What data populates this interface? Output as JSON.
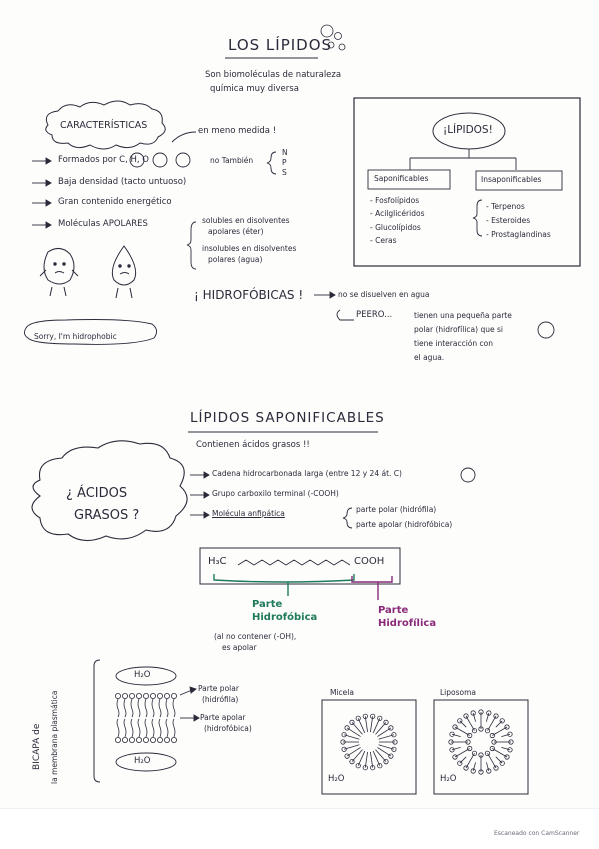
{
  "title": "LOS LÍPIDOS",
  "subtitle_line1": "Son biomoléculas de naturaleza",
  "subtitle_line2": "química muy diversa",
  "caracteristicas": {
    "heading": "CARACTERÍSTICAS",
    "note": "en meno medida !",
    "items": [
      "Formados por C, H, O",
      "Baja densidad (tacto untuoso)",
      "Gran contenido energético",
      "Moléculas APOLARES"
    ],
    "tambien": "no También",
    "extra_elements": [
      "N",
      "P",
      "S"
    ],
    "apolar_detail_1a": "solubles en disolventes",
    "apolar_detail_1b": "apolares (éter)",
    "apolar_detail_2a": "insolubles en disolventes",
    "apolar_detail_2b": "polares (agua)",
    "sorry": "Sorry, I'm hidrophobic"
  },
  "hidrofobicas": {
    "label": "¡ HIDROFÓBICAS !",
    "no_disuelven": "no se disuelven en agua",
    "peero": "PEERO...",
    "peero_text_1": "tienen una pequeña parte",
    "peero_text_2": "polar (hidrofílica) que si",
    "peero_text_3": "tiene interacción con",
    "peero_text_4": "el agua."
  },
  "clasificacion": {
    "root": "¡LÍPIDOS!",
    "saponificables": "Saponificables",
    "insaponificables": "Insaponificables",
    "sap_items": [
      "Fosfolípidos",
      "Acilglicéridos",
      "Glucolípidos",
      "Ceras"
    ],
    "insap_items": [
      "Terpenos",
      "Esteroides",
      "Prostaglandinas"
    ]
  },
  "saponificables_section": {
    "heading": "LÍPIDOS SAPONIFICABLES",
    "contienen": "Contienen ácidos grasos !!",
    "cloud_line1": "¿ ÁCIDOS",
    "cloud_line2": "GRASOS ?",
    "points": [
      "Cadena hidrocarbonada larga (entre 12 y 24 át. C)",
      "Grupo carboxilo terminal (-COOH)",
      "Molécula anfipática"
    ],
    "anfipatica_1": "parte polar (hidrófila)",
    "anfipatica_2": "parte apolar (hidrofóbica)",
    "h3c": "H₃C",
    "cooh": "COOH",
    "parte_hidrofobica": "Parte Hidrofóbica",
    "parte_hidrofilica": "Parte Hidrofílica",
    "nota_1": "(al no contener (-OH),",
    "nota_2": "es apolar"
  },
  "bicapa": {
    "side_label_1": "BICAPA de",
    "side_label_2": "la membrana plasmática",
    "h2o_top": "H₂O",
    "h2o_bottom": "H₂O",
    "polar_label_1": "Parte polar",
    "polar_label_2": "(hidrófila)",
    "apolar_label_1": "Parte apolar",
    "apolar_label_2": "(hidrofóbica)",
    "micela": "Micela",
    "liposoma": "Liposoma",
    "h2o_micela": "H₂O",
    "h2o_liposoma": "H₂O"
  },
  "footer": "Escaneado con CamScanner",
  "colors": {
    "ink": "#2a2a3a",
    "green": "#1f7a5c",
    "purple": "#8a2a7a"
  }
}
